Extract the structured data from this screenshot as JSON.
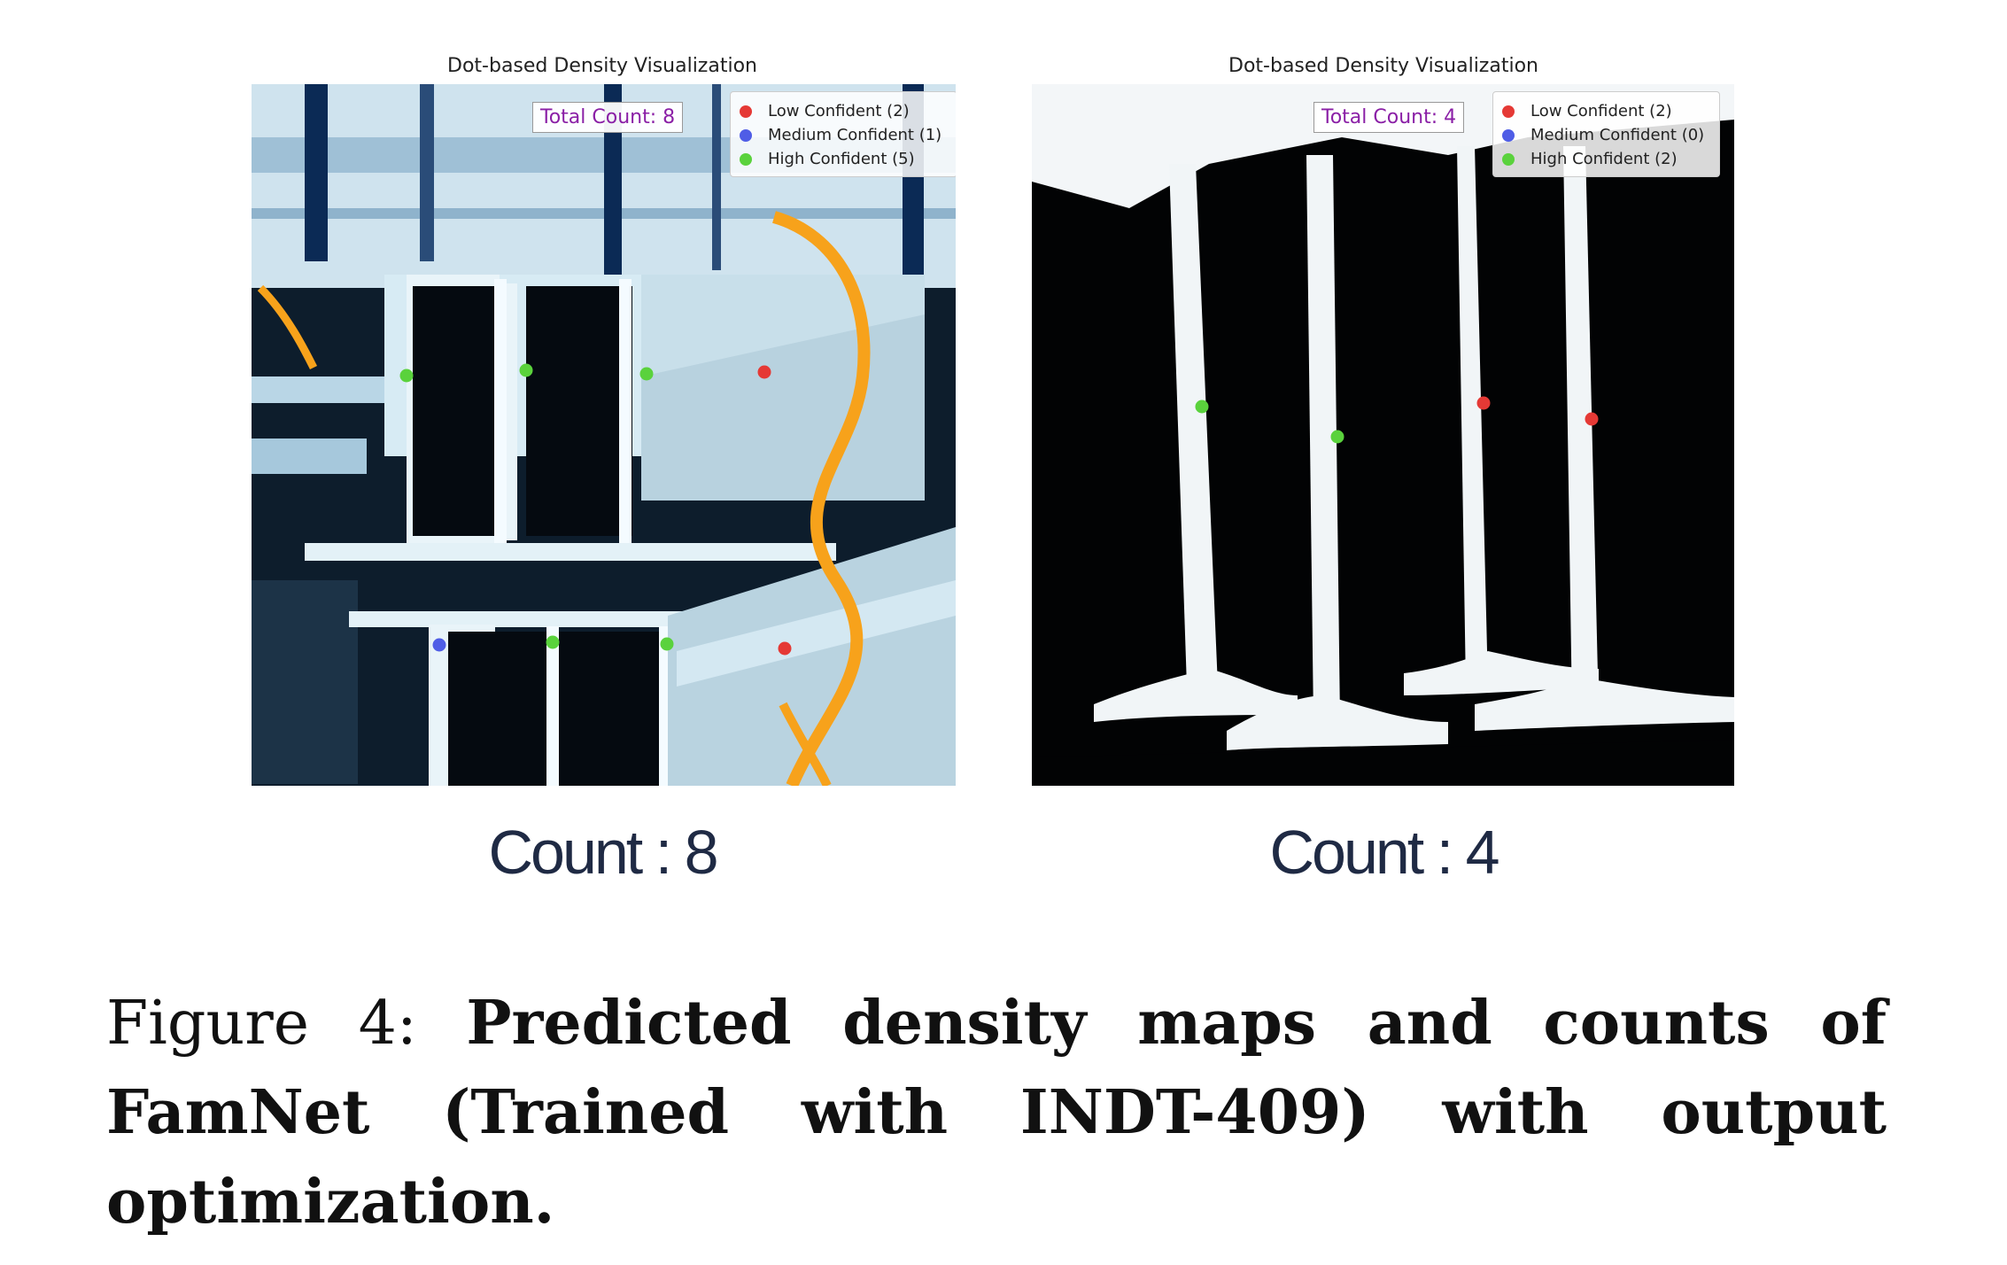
{
  "panels": [
    {
      "title": "Dot-based Density Visualization",
      "total_count_badge": "Total Count: 8",
      "legend": [
        {
          "label": "Low Confident (2)",
          "color": "#e53935"
        },
        {
          "label": "Medium Confident (1)",
          "color": "#4f5de6"
        },
        {
          "label": "High Confident (5)",
          "color": "#5ad23c"
        }
      ],
      "count_label": "Count : 8"
    },
    {
      "title": "Dot-based Density Visualization",
      "total_count_badge": "Total Count: 4",
      "legend": [
        {
          "label": "Low Confident (2)",
          "color": "#e53935"
        },
        {
          "label": "Medium Confident (0)",
          "color": "#4f5de6"
        },
        {
          "label": "High Confident (2)",
          "color": "#5ad23c"
        }
      ],
      "count_label": "Count : 4"
    }
  ],
  "caption": {
    "prefix": "Figure 4: ",
    "text": "Predicted density maps and counts of FamNet (Trained with INDT-409) with output optimization."
  },
  "colors": {
    "low": "#e53935",
    "medium": "#4f5de6",
    "high": "#5ad23c"
  }
}
